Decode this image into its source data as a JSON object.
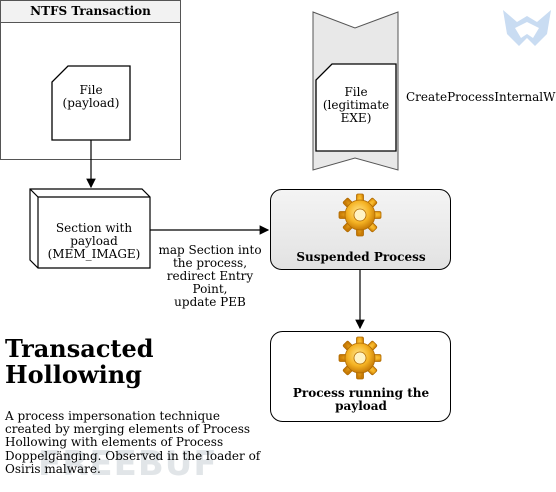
{
  "transaction_box": {
    "title": "NTFS Transaction"
  },
  "file_payload": {
    "line1": "File",
    "line2": "(payload)"
  },
  "file_legit": {
    "line1": "File",
    "line2": "(legitimate",
    "line3": "EXE)"
  },
  "create_process_label": "CreateProcessInternalW",
  "section": {
    "line1": "Section with",
    "line2": "payload",
    "line3": "(MEM_IMAGE)"
  },
  "map_annotation": {
    "line1": "map Section into",
    "line2": "the process,",
    "line3": "redirect Entry",
    "line4": "Point,",
    "line5": "update PEB"
  },
  "suspended_process": {
    "label": "Suspended Process"
  },
  "running_process": {
    "line1": "Process running the",
    "line2": "payload"
  },
  "heading": {
    "line1": "Transacted",
    "line2": "Hollowing"
  },
  "description": "A process impersonation technique created by merging elements of Process Hollowing with elements of Process Doppelgänging. Observed in the loader of Osiris malware.",
  "watermark": "FREEBUF",
  "icons": [
    "gear-icon",
    "gear-icon",
    "malwarebytes-logo-icon"
  ]
}
